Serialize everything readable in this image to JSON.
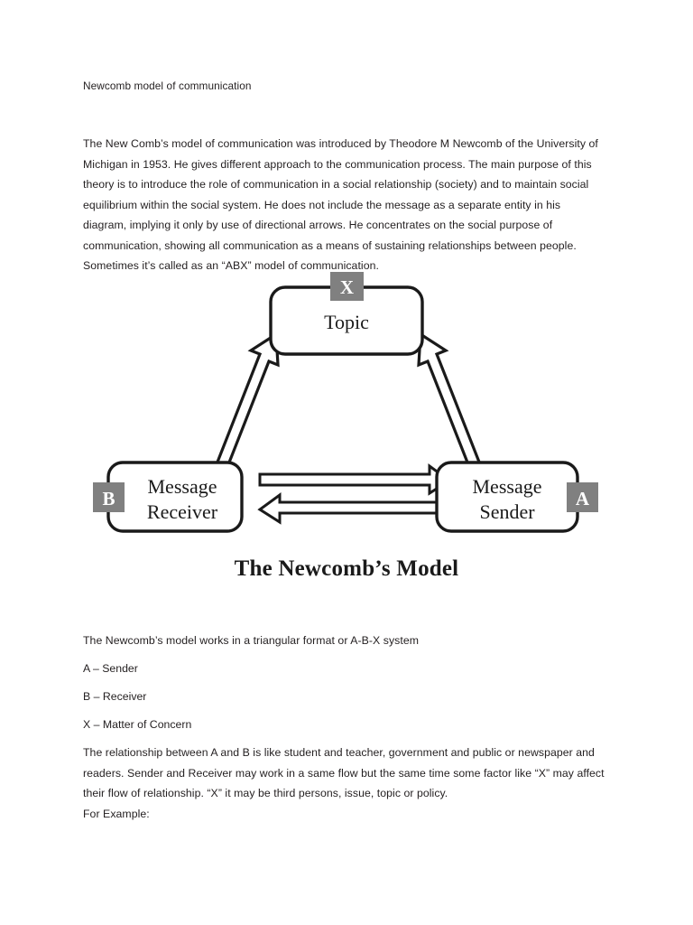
{
  "document": {
    "title": "Newcomb model of communication",
    "paragraphs": {
      "intro": "The New Comb’s model of communication was introduced by Theodore M Newcomb of the University of Michigan in 1953. He gives different approach to the communication process. The main purpose of this theory is to introduce the role of communication in a social relationship (society) and to maintain social equilibrium within the social system. He does not include the message as a separate entity in his diagram, implying it only by use of directional arrows. He concentrates on the social purpose of communication, showing all communication as a means of sustaining relationships between people. Sometimes it’s called as an “ABX” model of communication.",
      "triangular": "The Newcomb’s model works in a triangular format or A-B-X system",
      "relationship": "The relationship between A and B is like student and teacher, government and public or newspaper and readers. Sender and Receiver may work in a same flow but the same time some factor like “X” may affect their flow of relationship.  “X” it may be third persons, issue, topic or policy.",
      "for_example": "For Example:"
    },
    "legend": {
      "a": "A – Sender",
      "b": "B – Receiver",
      "x": "X – Matter of Concern"
    }
  },
  "figure": {
    "caption": "The Newcomb’s Model",
    "nodes": {
      "topic": {
        "label": "Topic",
        "badge": "X"
      },
      "receiver": {
        "label_line1": "Message",
        "label_line2": "Receiver",
        "badge": "B"
      },
      "sender": {
        "label_line1": "Message",
        "label_line2": "Sender",
        "badge": "A"
      }
    },
    "arrows": [
      {
        "name": "receiver-to-topic",
        "from": "Message Receiver",
        "to": "Topic",
        "direction": "up-right"
      },
      {
        "name": "sender-to-topic",
        "from": "Message Sender",
        "to": "Topic",
        "direction": "up-left"
      },
      {
        "name": "receiver-to-sender",
        "from": "Message Receiver",
        "to": "Message Sender",
        "direction": "right"
      },
      {
        "name": "sender-to-receiver",
        "from": "Message Sender",
        "to": "Message Receiver",
        "direction": "left"
      }
    ],
    "colors": {
      "badge_fill": "#808080",
      "badge_text": "#ffffff",
      "stroke": "#1a1a1a",
      "box_fill": "#ffffff"
    }
  }
}
